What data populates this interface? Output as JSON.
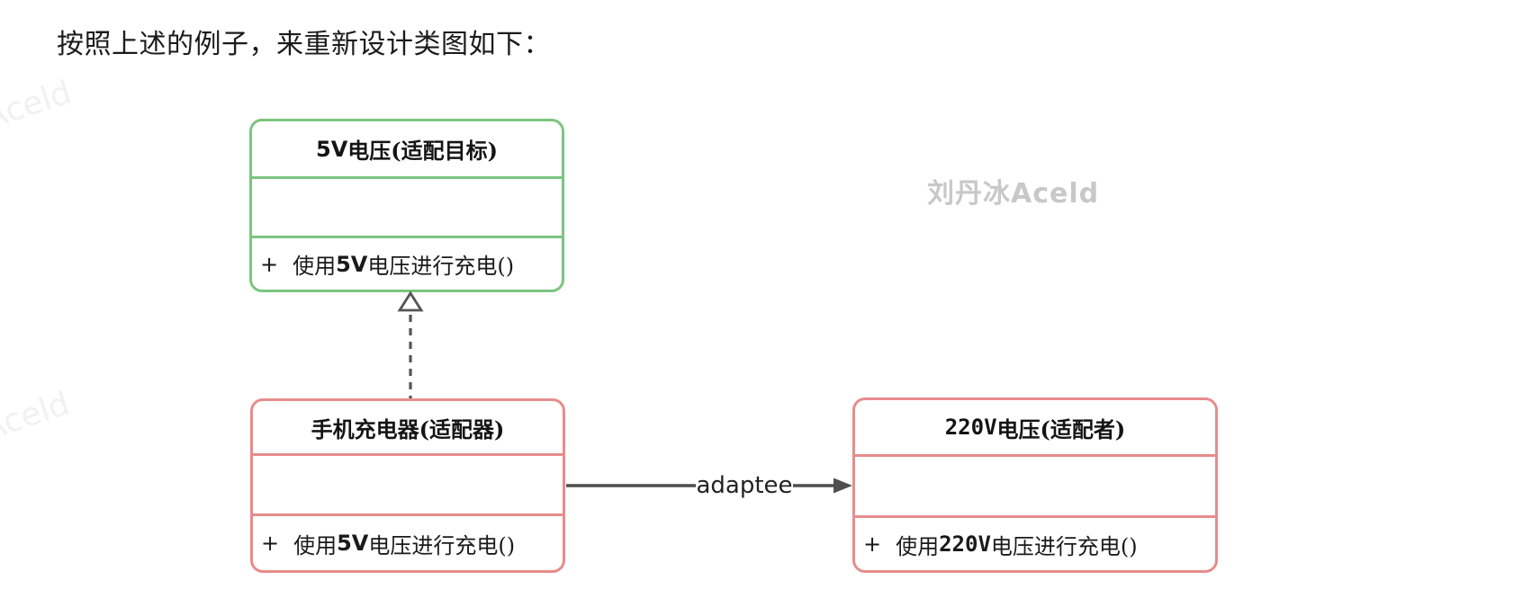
{
  "heading": "按照上述的例子，来重新设计类图如下：",
  "watermarks": {
    "main": "刘丹冰Aceld",
    "top_left": "Aceld",
    "mid_left": "Aceld"
  },
  "colors": {
    "target_border": "#7cc57f",
    "adapter_border": "#e78c8c",
    "adaptee_border": "#e78c8c",
    "arrow": "#4f4f4f",
    "text": "#1a1a1a",
    "watermark_main": "#c8c8c8",
    "watermark_faint": "#f1f1f1"
  },
  "classes": {
    "target": {
      "title": {
        "latin": "5V",
        "cjk": "电压(适配目标)"
      },
      "fields": "",
      "method": {
        "plus": "+",
        "pre": "使用",
        "latin": "5V",
        "post": "电压进行充电()"
      }
    },
    "adapter": {
      "title": {
        "latin": "",
        "cjk": "手机充电器(适配器)"
      },
      "fields": "",
      "method": {
        "plus": "+",
        "pre": "使用",
        "latin": "5V",
        "post": "电压进行充电()"
      }
    },
    "adaptee": {
      "title": {
        "latin": "220V",
        "cjk": "电压(适配者)"
      },
      "fields": "",
      "method": {
        "plus": "+",
        "pre": "使用",
        "latin": "220V",
        "post": "电压进行充电()"
      }
    }
  },
  "relations": {
    "realization": "implements",
    "adaptee_label": "adaptee"
  }
}
